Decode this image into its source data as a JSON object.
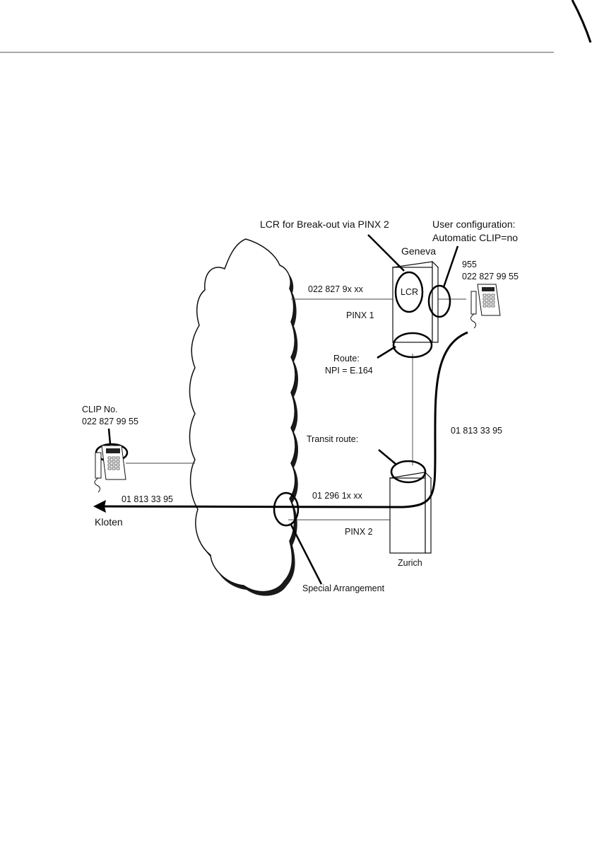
{
  "labels": {
    "lcr_breakout": "LCR for Break-out via PINX 2",
    "user_config_title": "User configuration:",
    "user_config_value": "Automatic CLIP=no",
    "geneva": "Geneva",
    "extension": "955",
    "geneva_phone_number": "022 827 99 55",
    "geneva_trunk_range": "022 827 9x xx",
    "lcr": "LCR",
    "pinx1": "PINX 1",
    "route_title": "Route:",
    "route_npi": "NPI = E.164",
    "clip_no_title": "CLIP No.",
    "clip_no_value": "022 827 99 55",
    "transit_route": "Transit route:",
    "call_number_right": "01 813 33 95",
    "zurich_trunk_range": "01 296 1x xx",
    "call_number_left": "01 813 33 95",
    "kloten": "Kloten",
    "pinx2": "PINX 2",
    "zurich": "Zurich",
    "special_arrangement": "Special Arrangement"
  },
  "colors": {
    "ink": "#111111",
    "line": "#444444",
    "cloud_fill": "#ffffff",
    "cloud_shadow": "#1a1a1a",
    "page_rule": "#555555"
  },
  "icons": [
    "telephone-icon",
    "telephone-icon"
  ]
}
